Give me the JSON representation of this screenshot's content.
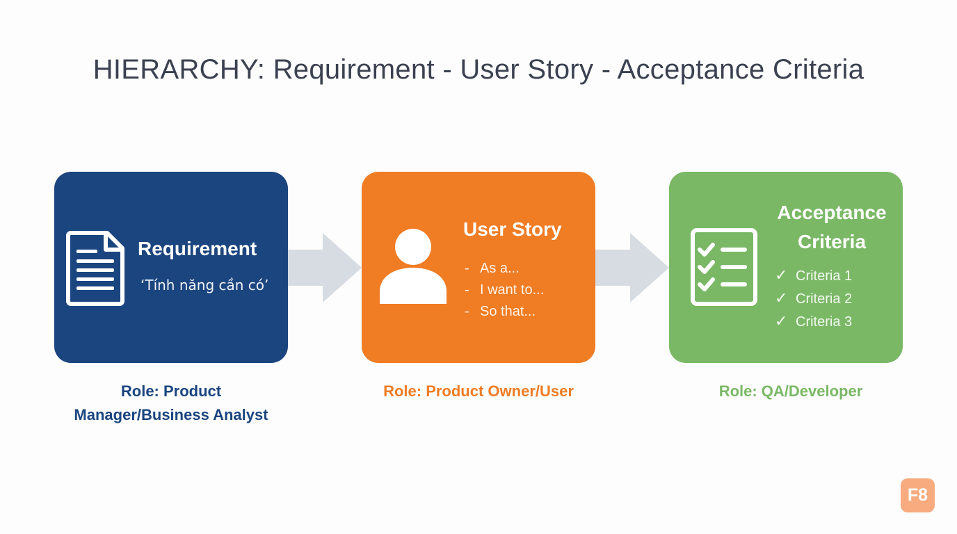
{
  "title": "HIERARCHY: Requirement - User Story - Acceptance Criteria",
  "requirement": {
    "title": "Requirement",
    "subtitle": "‘Tính năng cần có’",
    "role_line1": "Role: Product",
    "role_line2": "Manager/Business Analyst",
    "color": "#1b457f",
    "icon": "document-icon"
  },
  "user_story": {
    "title": "User Story",
    "items": [
      "As a...",
      "I want to...",
      "So that..."
    ],
    "bullet": "-",
    "role": "Role: Product Owner/User",
    "color": "#f07c24",
    "icon": "user-icon"
  },
  "acceptance": {
    "title_line1": "Acceptance",
    "title_line2": "Criteria",
    "items": [
      "Criteria 1",
      "Criteria 2",
      "Criteria 3"
    ],
    "check": "✓",
    "role": "Role: QA/Developer",
    "color": "#7ab866",
    "icon": "checklist-icon"
  },
  "arrow_color": "#d7dbe2",
  "brand": {
    "label": "F8",
    "color": "#f8ab7f"
  }
}
